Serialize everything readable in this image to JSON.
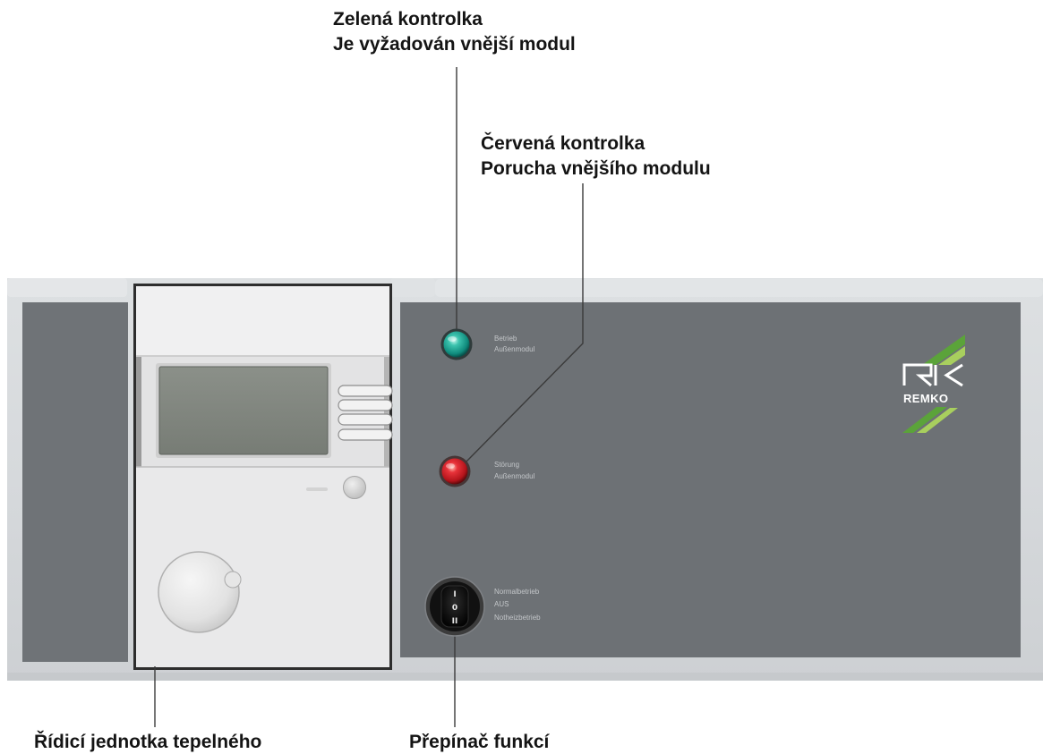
{
  "annotations": {
    "green_led": {
      "title": "Zelená kontrolka",
      "description": "Je vyžadován vnější modul"
    },
    "red_led": {
      "title": "Červená kontrolka",
      "description": "Porucha vnějšího modulu"
    },
    "control_unit": {
      "title": "Řídicí jednotka tepelného"
    },
    "function_switch": {
      "title": "Přepínač funkcí"
    }
  },
  "device": {
    "green_led_label": [
      "Betrieb",
      "Außenmodul"
    ],
    "red_led_label": [
      "Störung",
      "Außenmodul"
    ],
    "switch_label": [
      "Normalbetrieb",
      "AUS",
      "Notheizbetrieb"
    ],
    "switch_marks": [
      "I",
      "0",
      "II"
    ],
    "logo_text": "REMKO"
  },
  "colors": {
    "panel_band": "#d6d9dc",
    "panel_dark": "#6d7175",
    "panel_dark_left": "#6f7377",
    "green_led": "#1fa08f",
    "red_led": "#d0202a",
    "logo_green_dark": "#5ba33a",
    "logo_green_light": "#a8cf5e",
    "leader_line": "#3a3a3a"
  },
  "icons": {
    "logo": "remko-logo",
    "knob": "rotary-knob",
    "switch": "rocker-switch",
    "green_led": "status-led-green",
    "red_led": "status-led-red"
  }
}
